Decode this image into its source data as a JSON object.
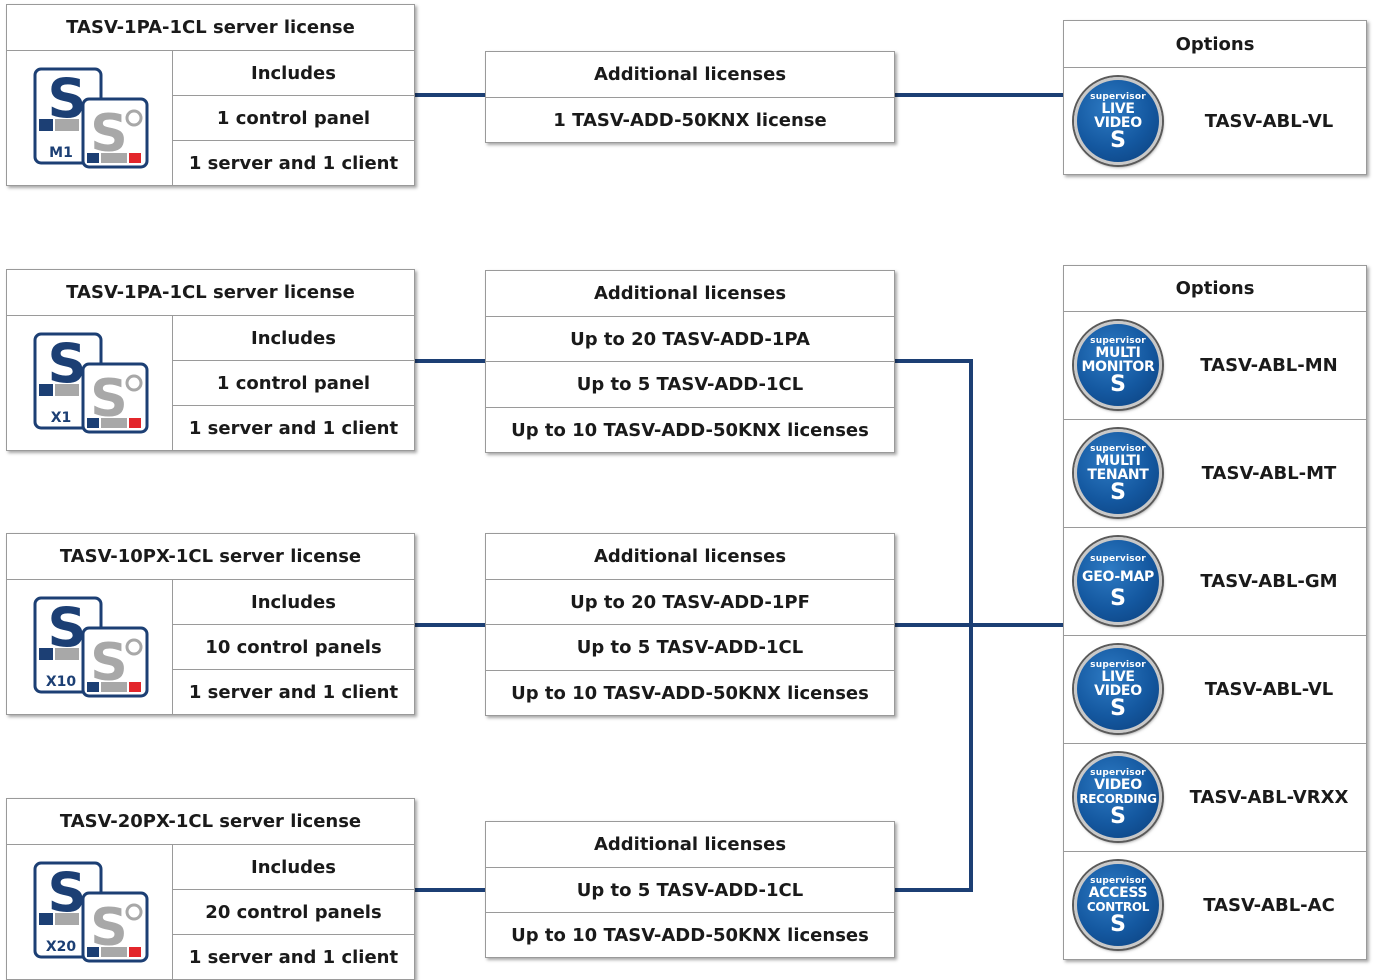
{
  "server_licenses": [
    {
      "title": "TASV-1PA-1CL server license",
      "logo_tag": "M1",
      "includes": "Includes",
      "panels": "1 control panel",
      "clients": "1 server and 1 client"
    },
    {
      "title": "TASV-1PA-1CL server license",
      "logo_tag": "X1",
      "includes": "Includes",
      "panels": "1 control panel",
      "clients": "1 server and 1 client"
    },
    {
      "title": "TASV-10PX-1CL server license",
      "logo_tag": "X10",
      "includes": "Includes",
      "panels": "10 control panels",
      "clients": "1 server and 1 client"
    },
    {
      "title": "TASV-20PX-1CL server license",
      "logo_tag": "X20",
      "includes": "Includes",
      "panels": "20 control panels",
      "clients": "1 server and 1 client"
    }
  ],
  "additional_licenses": [
    {
      "title": "Additional licenses",
      "items": [
        "1 TASV-ADD-50KNX license"
      ]
    },
    {
      "title": "Additional licenses",
      "items": [
        "Up to 20 TASV-ADD-1PA",
        "Up to 5 TASV-ADD-1CL",
        "Up to 10 TASV-ADD-50KNX licenses"
      ]
    },
    {
      "title": "Additional licenses",
      "items": [
        "Up to 20 TASV-ADD-1PF",
        "Up to 5 TASV-ADD-1CL",
        "Up to 10 TASV-ADD-50KNX licenses"
      ]
    },
    {
      "title": "Additional licenses",
      "items": [
        "Up to 5 TASV-ADD-1CL",
        "Up to 10 TASV-ADD-50KNX licenses"
      ]
    }
  ],
  "options_top": {
    "title": "Options",
    "items": [
      {
        "code": "TASV-ABL-VL",
        "badge_top": "supervisor",
        "badge_line1": "LIVE",
        "badge_line2": "VIDEO",
        "badge_s": "S"
      }
    ]
  },
  "options_bottom": {
    "title": "Options",
    "items": [
      {
        "code": "TASV-ABL-MN",
        "badge_top": "supervisor",
        "badge_line1": "MULTI",
        "badge_line2": "MONITOR",
        "badge_s": "S"
      },
      {
        "code": "TASV-ABL-MT",
        "badge_top": "supervisor",
        "badge_line1": "MULTI",
        "badge_line2": "TENANT",
        "badge_s": "S"
      },
      {
        "code": "TASV-ABL-GM",
        "badge_top": "supervisor",
        "badge_line1": "GEO-MAP",
        "badge_line2": "",
        "badge_s": "S"
      },
      {
        "code": "TASV-ABL-VL",
        "badge_top": "supervisor",
        "badge_line1": "LIVE",
        "badge_line2": "VIDEO",
        "badge_s": "S"
      },
      {
        "code": "TASV-ABL-VRXX",
        "badge_top": "supervisor",
        "badge_line1": "VIDEO",
        "badge_line2": "RECORDING",
        "badge_s": "S"
      },
      {
        "code": "TASV-ABL-AC",
        "badge_top": "supervisor",
        "badge_line1": "ACCESS",
        "badge_line2": "CONTROL",
        "badge_s": "S"
      }
    ]
  },
  "colors": {
    "connector": "#1c3f74",
    "badge_blue": "#1458a0",
    "logo_navy": "#1c3f74",
    "logo_red": "#e3262b",
    "logo_gray": "#a8a8a8"
  }
}
